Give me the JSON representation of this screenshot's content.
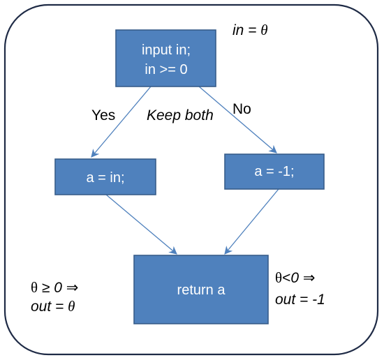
{
  "diagram": {
    "nodes": {
      "decision": {
        "line1": "input in;",
        "line2": "in >= 0"
      },
      "branch_yes": {
        "label": "a = in;"
      },
      "branch_no": {
        "label": "a = -1;"
      },
      "return": {
        "label": "return a"
      }
    },
    "edges": {
      "yes_label": "Yes",
      "no_label": "No",
      "keep_label": "Keep both"
    },
    "annotations": {
      "top": {
        "prefix": "in = ",
        "var": "θ"
      },
      "left": {
        "line1_theta": "θ",
        "line1_op": " ≥ ",
        "line1_zero": "0",
        "line1_arrow": " ⇒",
        "line2_prefix": "out = ",
        "line2_var": "θ"
      },
      "right": {
        "line1_theta": "θ",
        "line1_op": "<",
        "line1_zero": "0",
        "line1_arrow": " ⇒",
        "line2": "out = -1"
      }
    },
    "colors": {
      "node_fill": "#4f81bd",
      "node_stroke": "#385d8a",
      "edge": "#4f81bd",
      "frame": "#1f2b46"
    }
  }
}
